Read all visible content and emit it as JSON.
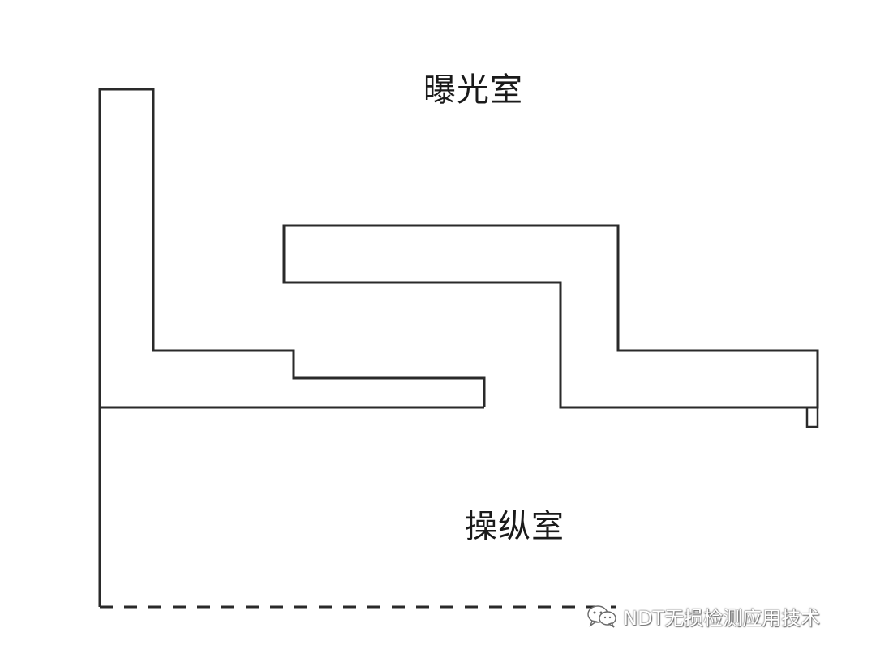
{
  "rooms": {
    "exposure_room": "曝光室",
    "control_room": "操纵室"
  },
  "watermark": {
    "icon": "wechat-icon",
    "text": "NDT无损检测应用技术"
  },
  "colors": {
    "wall": "#2a2a2a",
    "background": "#ffffff"
  }
}
